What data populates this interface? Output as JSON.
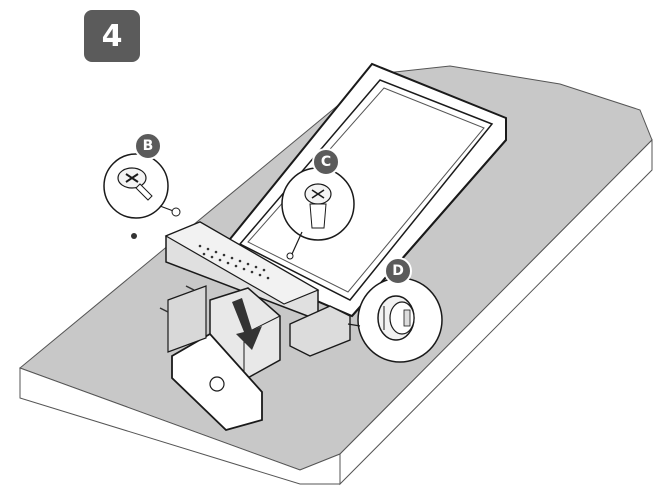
{
  "step": {
    "number": "4"
  },
  "callouts": {
    "b": "B",
    "c": "C",
    "d": "D"
  },
  "icons": {
    "screw_b": "phillips-screw-icon",
    "screw_c": "wall-anchor-screw-icon",
    "cap_d": "cable-grommet-icon",
    "arrow": "down-arrow-icon"
  },
  "colors": {
    "surface": "#c8c8c8",
    "badge": "#5b5b5b",
    "line": "#1a1a1a",
    "panel": "#ffffff"
  }
}
